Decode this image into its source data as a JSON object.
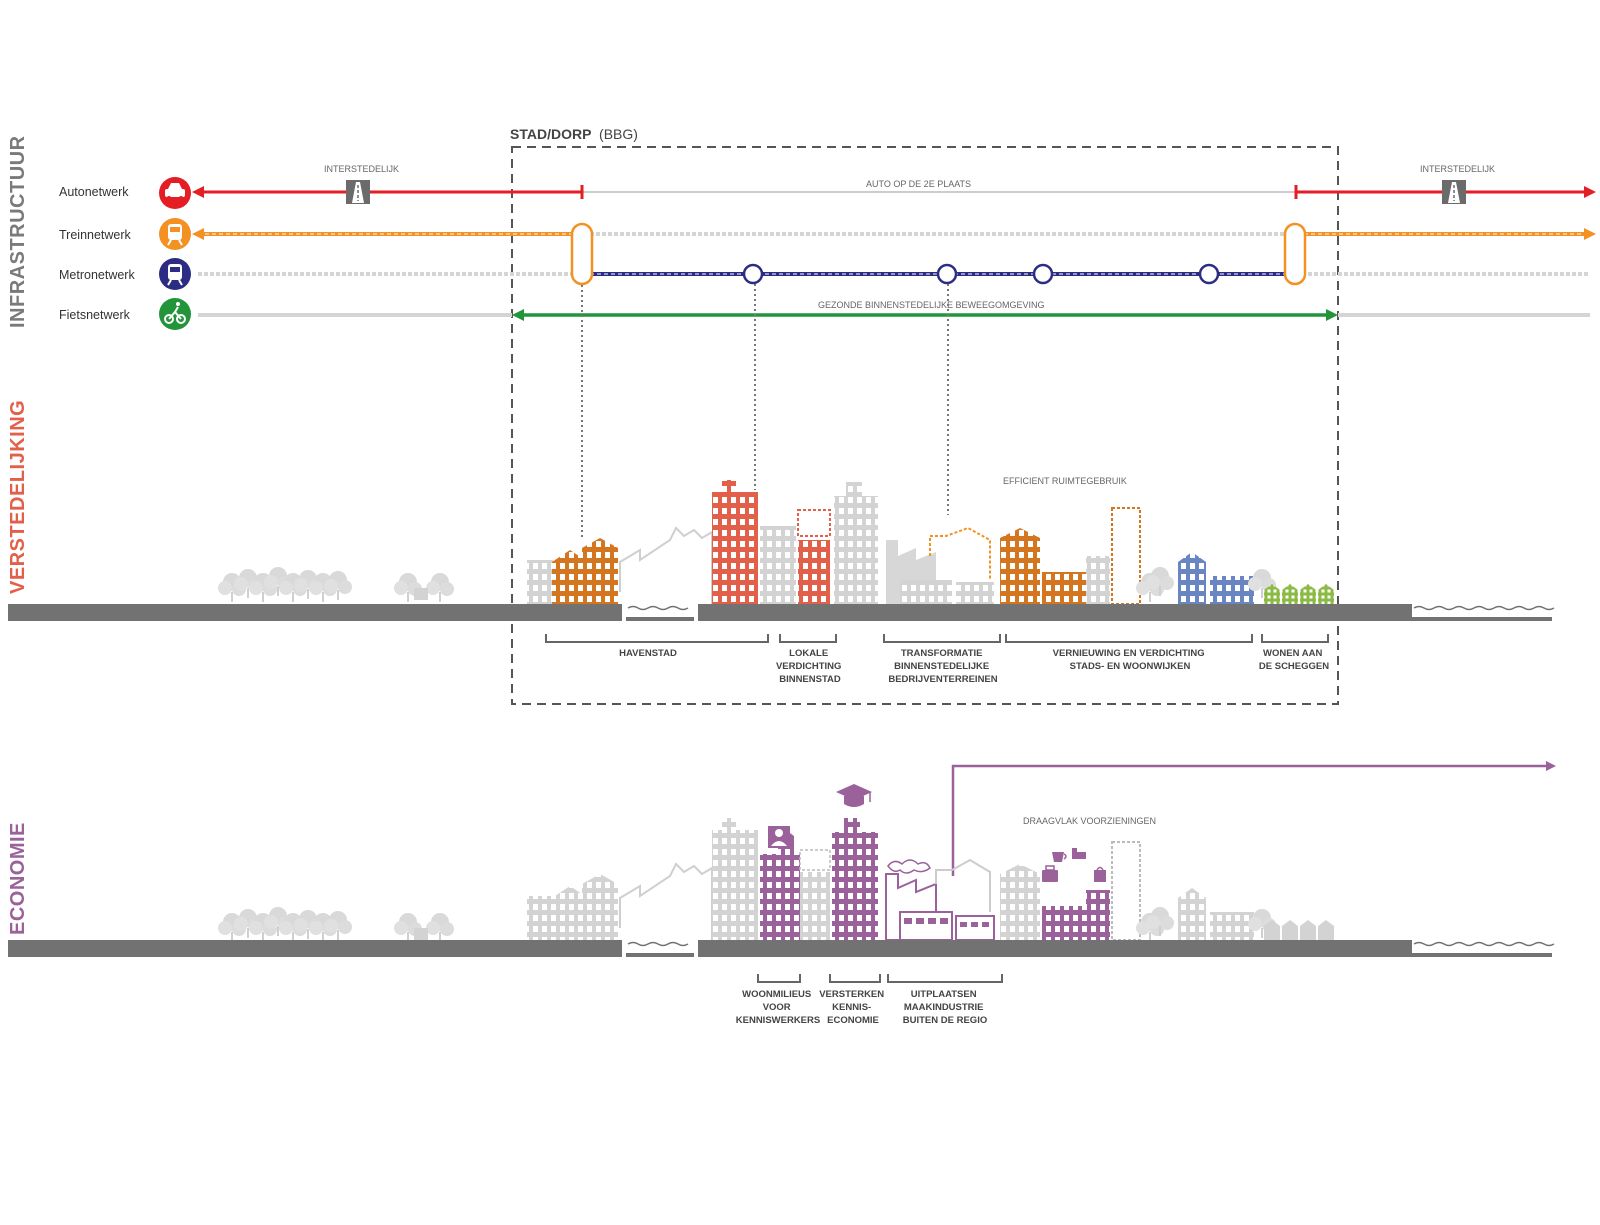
{
  "side_titles": {
    "infrastructuur": "INFRASTRUCTUUR",
    "verstedelijking": "VERSTEDELIJKING",
    "economie": "ECONOMIE"
  },
  "box": {
    "title": "STAD/DORP",
    "subtitle": "(BBG)"
  },
  "networks": [
    {
      "label": "Autonetwerk",
      "icon": "car-icon",
      "color": "#e31e24"
    },
    {
      "label": "Treinnetwerk",
      "icon": "train-icon",
      "color": "#f39223"
    },
    {
      "label": "Metronetwerk",
      "icon": "metro-icon",
      "color": "#2b2d84"
    },
    {
      "label": "Fietsnetwerk",
      "icon": "bicycle-icon",
      "color": "#22953b"
    }
  ],
  "line_labels": {
    "interstedelijk_left": "INTERSTEDELIJK",
    "interstedelijk_right": "INTERSTEDELIJK",
    "auto_2e_plaats": "AUTO OP DE 2E PLAATS",
    "gezonde": "GEZONDE BINNENSTEDELIJKE BEWEEGOMGEVING",
    "efficient": "EFFICIENT RUIMTEGEBRUIK",
    "draagvlak": "DRAAGVLAK VOORZIENINGEN"
  },
  "zones_verstedelijking": [
    {
      "lines": [
        "HAVENSTAD"
      ]
    },
    {
      "lines": [
        "LOKALE",
        "VERDICHTING",
        "BINNENSTAD"
      ]
    },
    {
      "lines": [
        "TRANSFORMATIE",
        "BINNENSTEDELIJKE",
        "BEDRIJVENTERREINEN"
      ]
    },
    {
      "lines": [
        "VERNIEUWING EN VERDICHTING",
        "STADS- EN WOONWIJKEN"
      ]
    },
    {
      "lines": [
        "WONEN AAN",
        "DE SCHEGGEN"
      ]
    }
  ],
  "zones_economie": [
    {
      "lines": [
        "WOONMILIEUS",
        "VOOR",
        "KENNISWERKERS"
      ]
    },
    {
      "lines": [
        "VERSTERKEN",
        "KENNIS-",
        "ECONOMIE"
      ]
    },
    {
      "lines": [
        "UITPLAATSEN",
        "MAAKINDUSTRIE",
        "BUITEN DE REGIO"
      ]
    }
  ],
  "colors": {
    "auto": "#e31e24",
    "trein": "#f39223",
    "metro": "#2b2d84",
    "fiets": "#22953b",
    "havenstad": "#d4761f",
    "binnenstad": "#e2604a",
    "vernieuwing": "#d8791e",
    "blue_buildings": "#6a86c2",
    "green_houses": "#8bbb45",
    "economie": "#9b619a",
    "ground": "#727272",
    "grey_building": "#d3d3d3",
    "infra_title": "#7a7a7a",
    "verst_title": "#e2604a",
    "eco_title": "#9b619a"
  }
}
